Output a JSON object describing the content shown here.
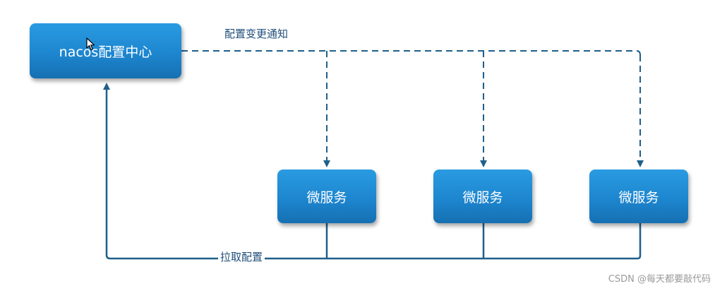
{
  "diagram": {
    "config_center_label": "nacos配置中心",
    "microservices": [
      {
        "label": "微服务"
      },
      {
        "label": "微服务"
      },
      {
        "label": "微服务"
      }
    ],
    "edges": {
      "notify_label": "配置变更通知",
      "pull_label": "拉取配置"
    },
    "colors": {
      "box_top": "#2a9be2",
      "box_bottom": "#1670b2",
      "arrow": "#1f5f8b",
      "label_text": "#1f4e7a"
    }
  },
  "watermark": "CSDN @每天都要敲代码"
}
